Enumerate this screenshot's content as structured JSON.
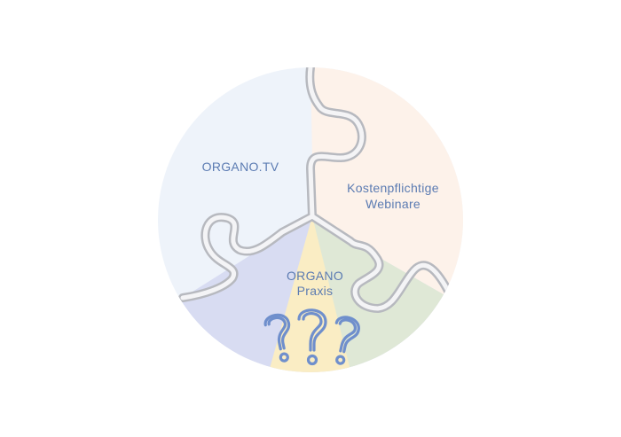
{
  "segments": [
    {
      "id": "organo-tv",
      "label_lines": [
        "ORGANO.TV"
      ],
      "color": "#eef3fa"
    },
    {
      "id": "webinare",
      "label_lines": [
        "Kostenpflichtige",
        "Webinare"
      ],
      "color": "#fdf2ea"
    },
    {
      "id": "praxis",
      "label_lines": [
        "ORGANO",
        "Praxis"
      ],
      "color": "#faedc4"
    }
  ],
  "colors": {
    "text": "#5b7bb2",
    "groove": "#b7b9bf",
    "groove_highlight": "#f4f4f6",
    "periwinkle": "#d8dcf2",
    "green": "#dfe8d6",
    "yellow": "#faedc4",
    "question_stroke": "#6f8fcc"
  },
  "icons": [
    "question-mark-icon",
    "question-mark-icon",
    "question-mark-icon"
  ]
}
